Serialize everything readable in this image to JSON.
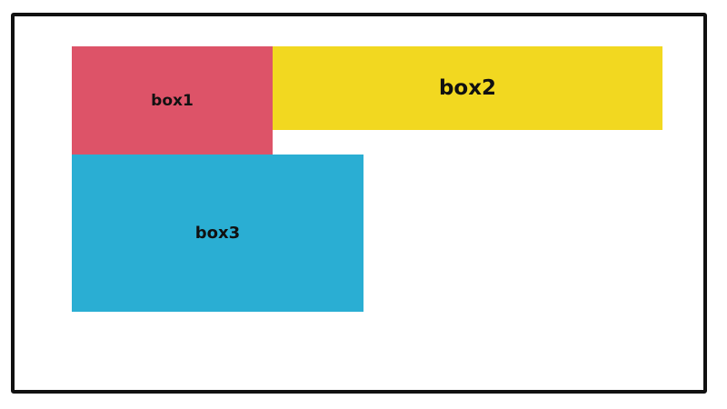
{
  "boxes": [
    {
      "label": "box1",
      "color": "#dd5368"
    },
    {
      "label": "box2",
      "color": "#f2d820"
    },
    {
      "label": "box3",
      "color": "#2aaed3"
    }
  ],
  "frame": {
    "border_color": "#111111",
    "background": "#ffffff"
  }
}
